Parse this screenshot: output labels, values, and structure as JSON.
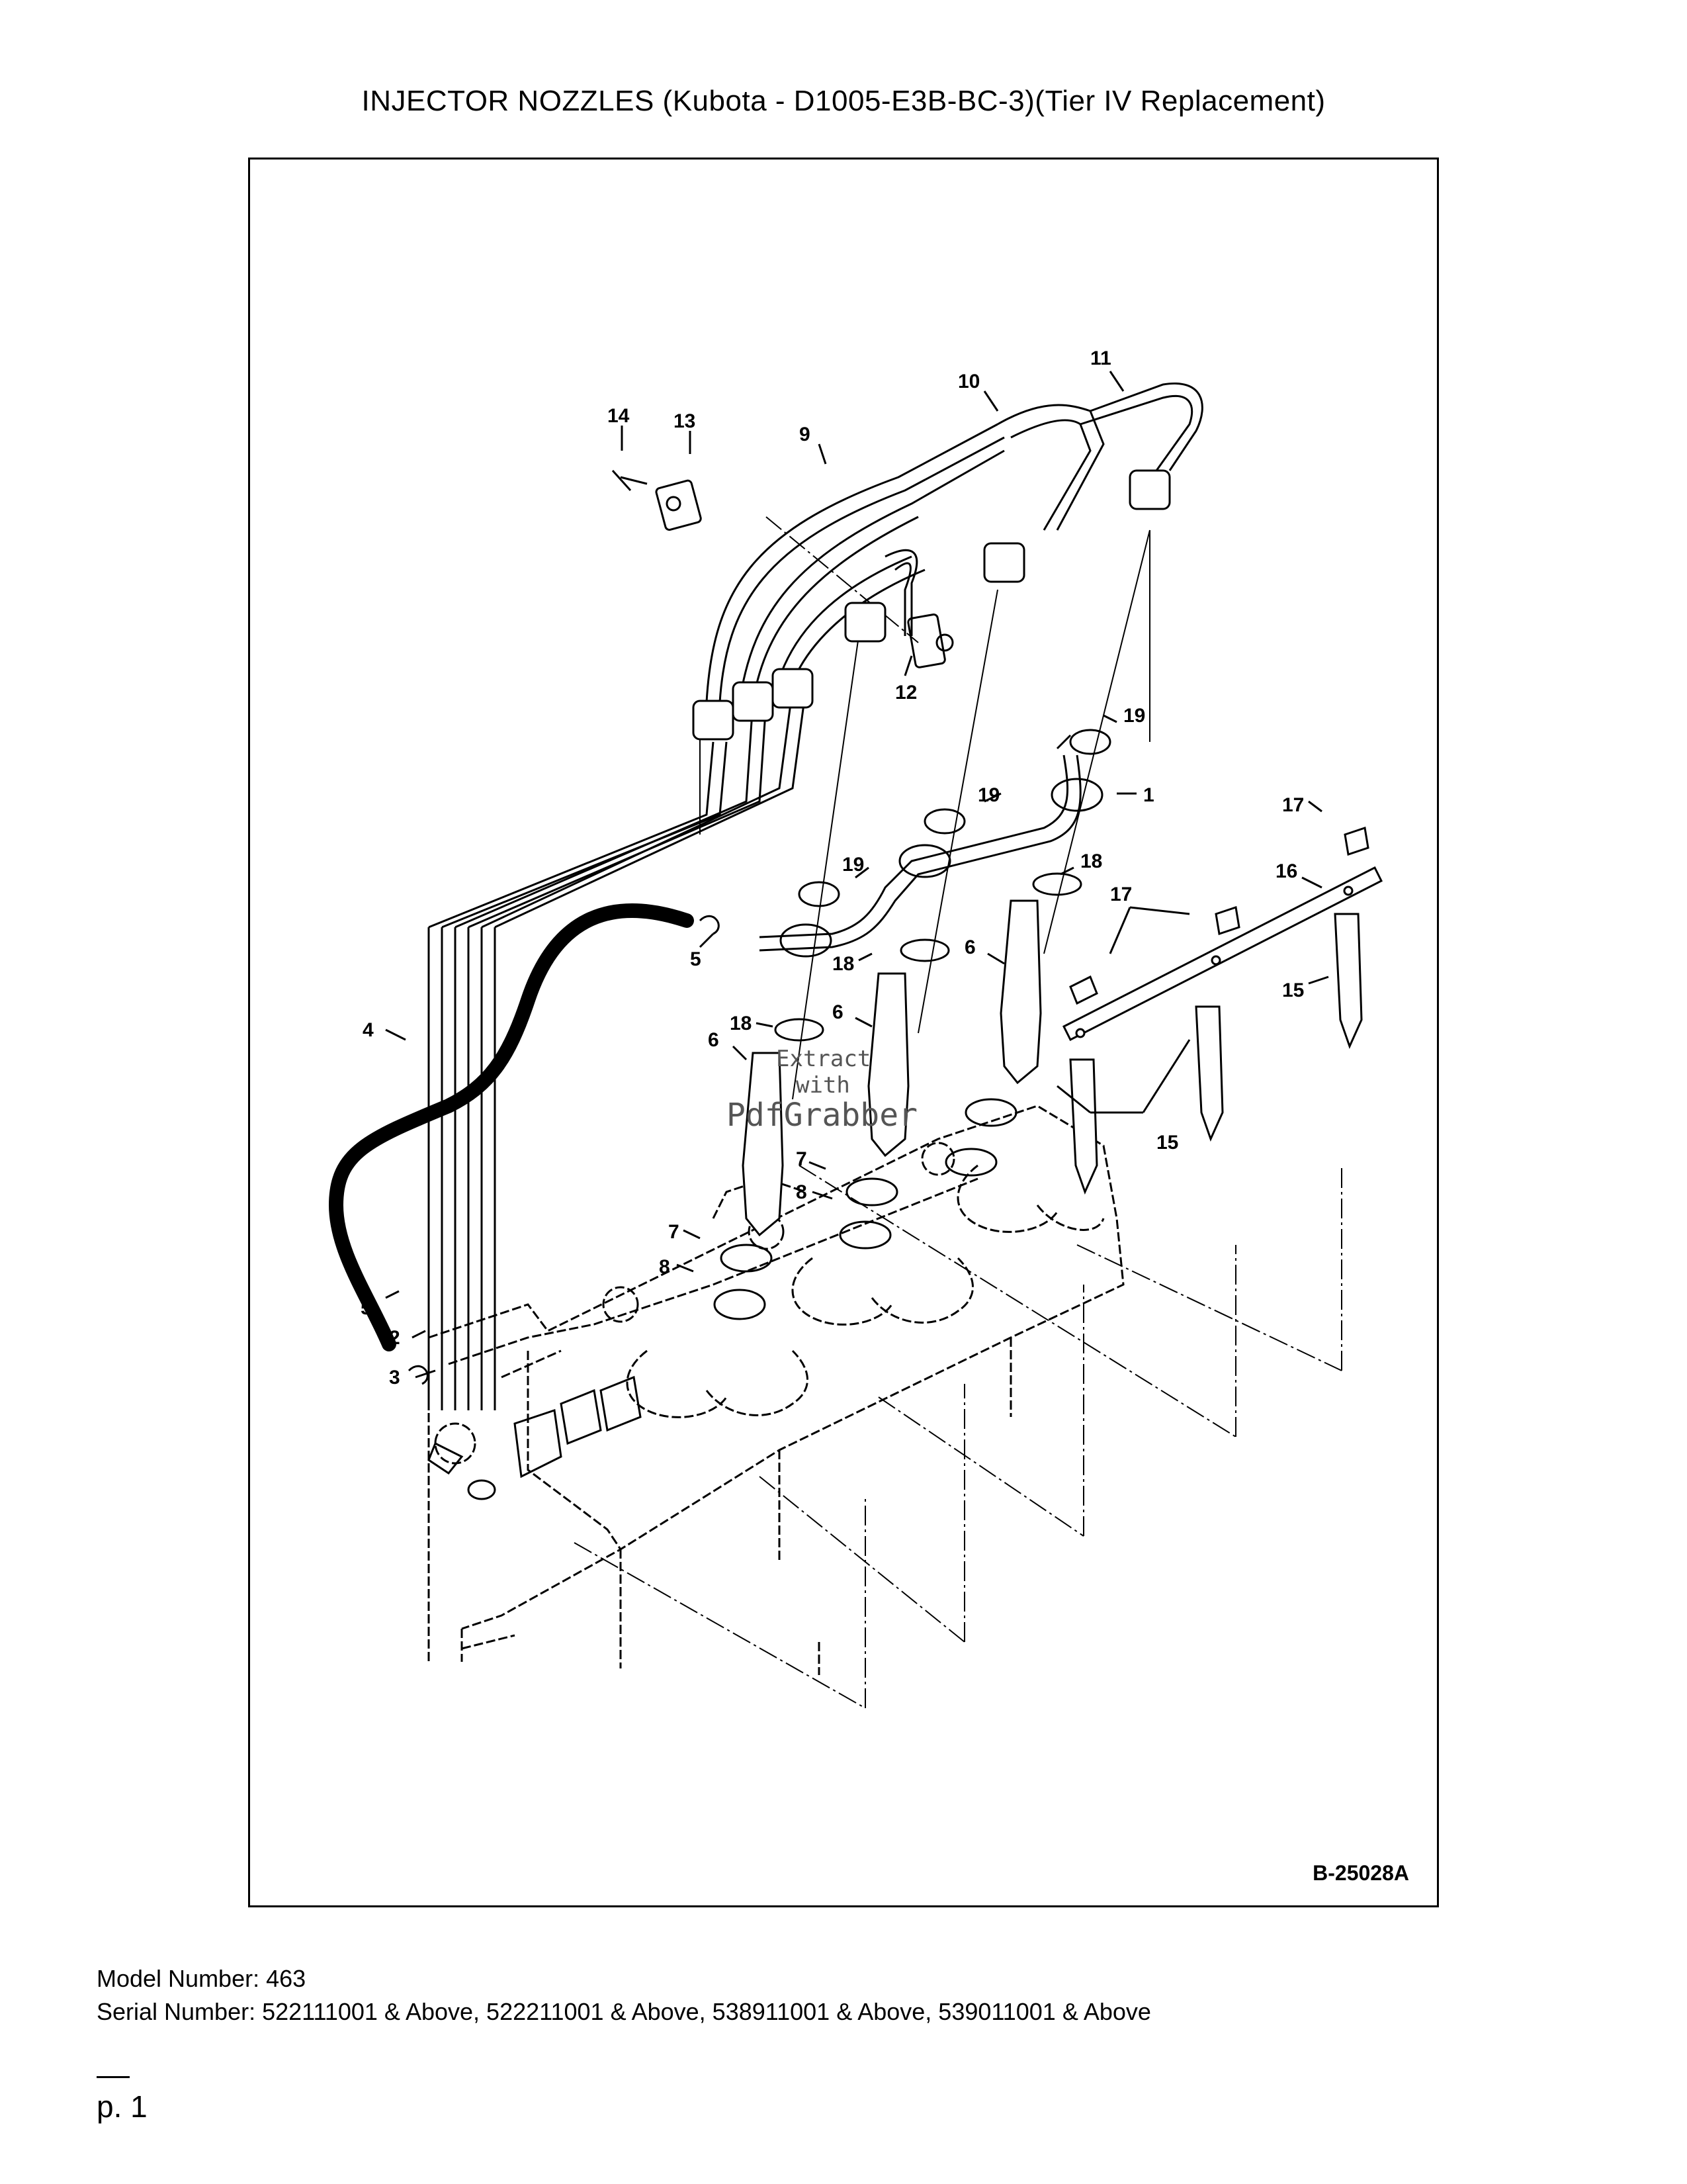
{
  "page": {
    "title": "INJECTOR NOZZLES (Kubota - D1005-E3B-BC-3)(Tier IV Replacement)",
    "figure_code": "B-25028A",
    "model_label": "Model Number: 463",
    "serial_label": "Serial Number: 522111001 & Above, 522211001 & Above, 538911001 & Above, 539011001 & Above",
    "page_number": "p. 1"
  },
  "watermark": {
    "line1": "Extract",
    "line2": "with",
    "line3": "PdfGrabber"
  },
  "callouts": [
    {
      "id": "c11",
      "text": "11"
    },
    {
      "id": "c10",
      "text": "10"
    },
    {
      "id": "c14",
      "text": "14"
    },
    {
      "id": "c13",
      "text": "13"
    },
    {
      "id": "c9",
      "text": "9"
    },
    {
      "id": "c12",
      "text": "12"
    },
    {
      "id": "c19a",
      "text": "19"
    },
    {
      "id": "c1",
      "text": "1"
    },
    {
      "id": "c19b",
      "text": "19"
    },
    {
      "id": "c17a",
      "text": "17"
    },
    {
      "id": "c19c",
      "text": "19"
    },
    {
      "id": "c18a",
      "text": "18"
    },
    {
      "id": "c16",
      "text": "16"
    },
    {
      "id": "c17b",
      "text": "17"
    },
    {
      "id": "c5a",
      "text": "5"
    },
    {
      "id": "c18b",
      "text": "18"
    },
    {
      "id": "c6a",
      "text": "6"
    },
    {
      "id": "c15a",
      "text": "15"
    },
    {
      "id": "c4",
      "text": "4"
    },
    {
      "id": "c18c",
      "text": "18"
    },
    {
      "id": "c6b",
      "text": "6"
    },
    {
      "id": "c6c",
      "text": "6"
    },
    {
      "id": "c15b",
      "text": "15"
    },
    {
      "id": "c7a",
      "text": "7"
    },
    {
      "id": "c8a",
      "text": "8"
    },
    {
      "id": "c7b",
      "text": "7"
    },
    {
      "id": "c8b",
      "text": "8"
    },
    {
      "id": "c5b",
      "text": "5"
    },
    {
      "id": "c2",
      "text": "2"
    },
    {
      "id": "c3",
      "text": "3"
    }
  ]
}
